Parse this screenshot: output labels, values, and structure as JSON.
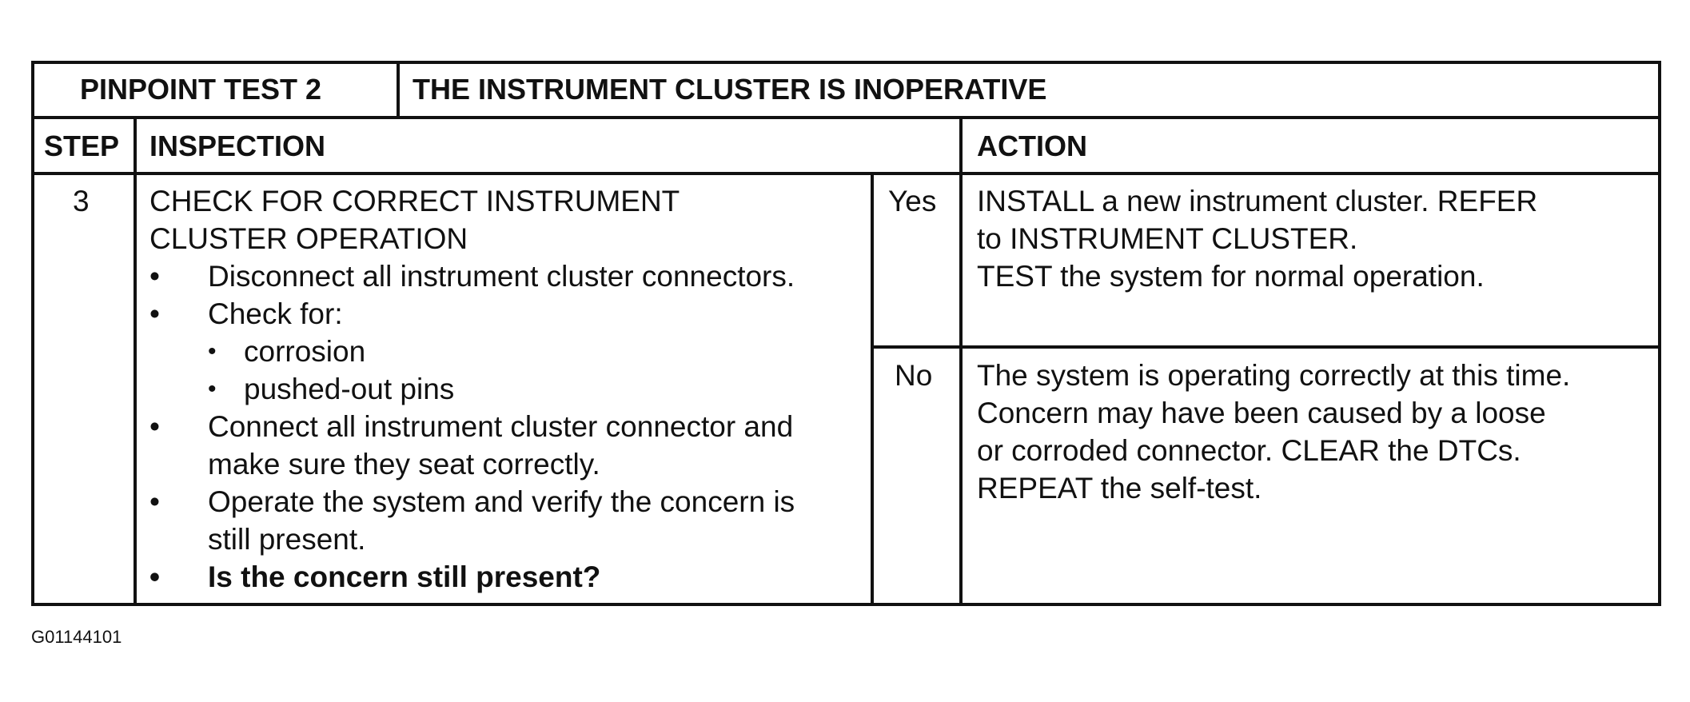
{
  "header": {
    "test_id": "PINPOINT TEST 2",
    "test_title": "THE INSTRUMENT CLUSTER IS INOPERATIVE"
  },
  "columns": {
    "step": "STEP",
    "inspection": "INSPECTION",
    "action": "ACTION"
  },
  "step": {
    "number": "3",
    "title_line1": "CHECK FOR CORRECT INSTRUMENT",
    "title_line2": "CLUSTER OPERATION",
    "items": [
      "Disconnect all instrument cluster connectors.",
      "Check for:"
    ],
    "sub_items": [
      "corrosion",
      "pushed-out pins"
    ],
    "items_after": [
      [
        "Connect all instrument cluster connector and",
        "make sure they seat correctly."
      ],
      [
        "Operate the system and verify the concern is",
        "still present."
      ]
    ],
    "question": "Is the concern still present?"
  },
  "answers": {
    "yes": {
      "label": "Yes",
      "lines": [
        "INSTALL a new instrument cluster.  REFER",
        "to INSTRUMENT CLUSTER.",
        "TEST the system for normal operation."
      ]
    },
    "no": {
      "label": "No",
      "lines": [
        "The system is operating correctly at this time.",
        "Concern may have been caused by a loose",
        "or corroded connector.  CLEAR the DTCs.",
        "REPEAT the self-test."
      ]
    }
  },
  "figure_id": "G01144101"
}
